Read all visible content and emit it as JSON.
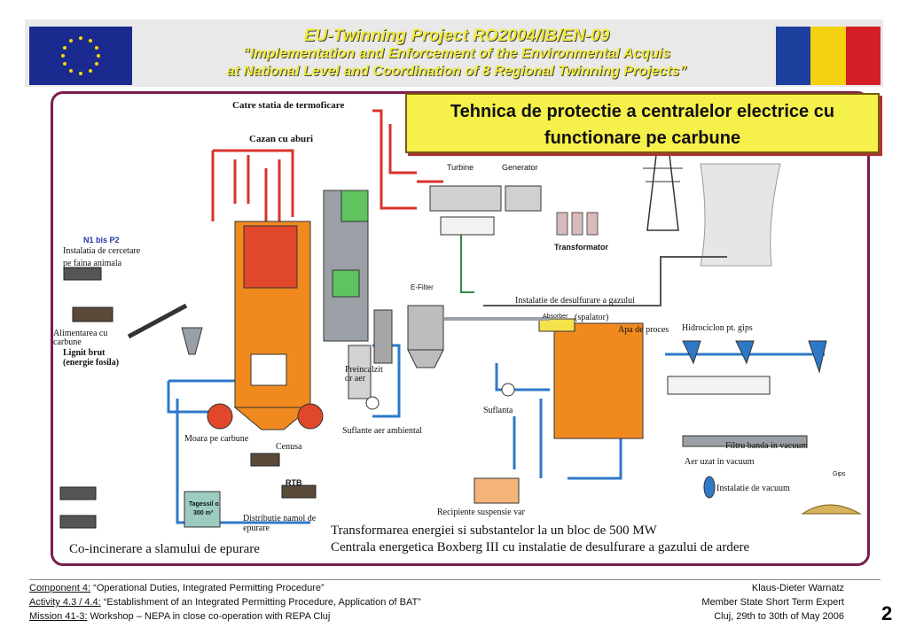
{
  "header": {
    "line1": "EU-Twinning  Project  RO2004/IB/EN-09",
    "line2": "“Implementation and Enforcement of the Environmental Acquis",
    "line3": "at National Level and Coordination of 8 Regional Twinning Projects”"
  },
  "title_box": {
    "line1": "Tehnica de protectie a centralelor electrice cu",
    "line2": "functionare pe carbune"
  },
  "labels": {
    "catre": "Catre statia de termoficare",
    "cazan": "Cazan cu aburi",
    "turbine": "Turbine",
    "generator": "Generator",
    "transformator": "Transformator",
    "n1": "N1 bis P2",
    "instalatia_cercetare_1": "Instalatia de cercetare",
    "instalatia_cercetare_2": "pe faina animala",
    "filter": "E-Filter",
    "desulf": "Instalatie de desulfurare a gazului",
    "absorber": "Absorber",
    "spalator": "(spalator)",
    "hidrociclon": "Hidrociclon pt. gips",
    "apa": "Apa de proces",
    "alimentarea_1": "Alimentarea cu",
    "alimentarea_2": "carbune",
    "lignit_1": "Lignit brut",
    "lignit_2": "(energie fosila)",
    "preincalzit_1": "Preincalzit",
    "preincalzit_2": "or aer",
    "suflanta": "Suflanta",
    "suflante_aer": "Suflante aer ambiental",
    "moara": "Moara pe carbune",
    "cenusa": "Cenusa",
    "filtru": "Filtru banda in vacuum",
    "aer_uzat": "Aer uzat in vacuum",
    "gips": "Gips",
    "vacuum": "Instalatie de vacuum",
    "rtb": "RTB",
    "tagessilo_1": "Tagessil o",
    "tagessilo_2": "300  m³",
    "distributie_1": "Distributie namol de",
    "distributie_2": "epurare",
    "recipiente": "Recipiente suspensie var",
    "coincinerare": "Co-incinerare a slamului de epurare",
    "transformarea": "Transformarea energiei si substantelor la un bloc de 500 MW",
    "centrala": "Centrala energetica Boxberg III cu instalatie de desulfurare a gazului de ardere"
  },
  "footer": {
    "comp_label": "Component 4:",
    "comp_text": " “Operational Duties, Integrated Permitting Procedure”",
    "act_label": "Activity 4.3 / 4.4:",
    "act_text": " “Establishment of an Integrated Permitting Procedure, Application of BAT”",
    "mis_label": "Mission 41-3:",
    "mis_text": " Workshop – NEPA in close co-operation with REPA Cluj",
    "name": "Klaus-Dieter Warnatz",
    "role": "Member State Short Term Expert",
    "place": "Cluj, 29th to 30th of May 2006",
    "page": "2"
  },
  "colors": {
    "header_text": "#f0ea3a",
    "title_box": "#f6f04a",
    "frame": "#7a1e4e",
    "steam": "#d7332b",
    "water": "#2e78c8",
    "boiler": "#f08a1f"
  }
}
